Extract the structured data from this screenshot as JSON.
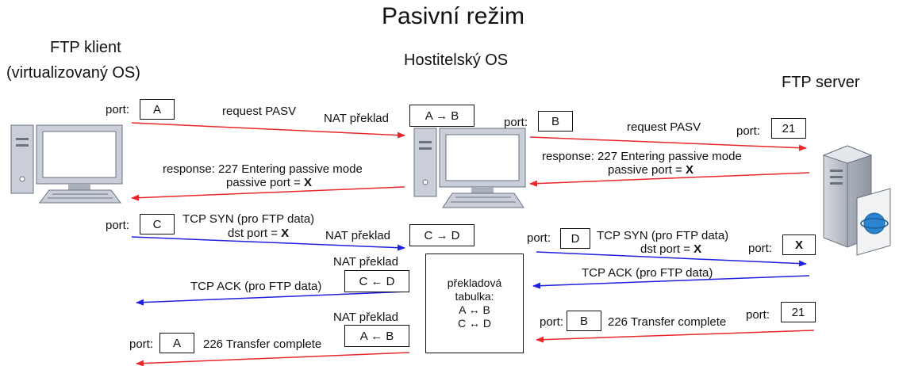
{
  "title": "Pasivní režim",
  "nodes": {
    "client": [
      "FTP klient",
      "(virtualizovaný OS)"
    ],
    "host": "Hostitelský OS",
    "server": "FTP server"
  },
  "port_label": "port:",
  "ports": {
    "client_a": "A",
    "host_b": "B",
    "server_21_top": "21",
    "client_c": "C",
    "host_d": "D",
    "server_x": "X",
    "host_b_bottom": "B",
    "server_21_bottom": "21",
    "client_a_bottom": "A"
  },
  "nat": {
    "label": "NAT překlad",
    "ab": "A → B",
    "cd": "C → D",
    "dc": "C ← D",
    "ba": "A ← B"
  },
  "messages": {
    "req_pasv": "request PASV",
    "resp_line1": "response: 227 Entering passive mode",
    "resp_line2_prefix": "passive port = ",
    "x": "X",
    "syn_line1": "TCP SYN (pro FTP data)",
    "syn_line2_prefix": "dst port = ",
    "ack": "TCP ACK (pro FTP data)",
    "transfer": "226 Transfer complete"
  },
  "table": {
    "lines": [
      "překladová",
      "tabulka:",
      "A ↔ B",
      "C ↔ D"
    ]
  },
  "colors": {
    "red": "#e8262b",
    "blue": "#1f1fe0"
  }
}
